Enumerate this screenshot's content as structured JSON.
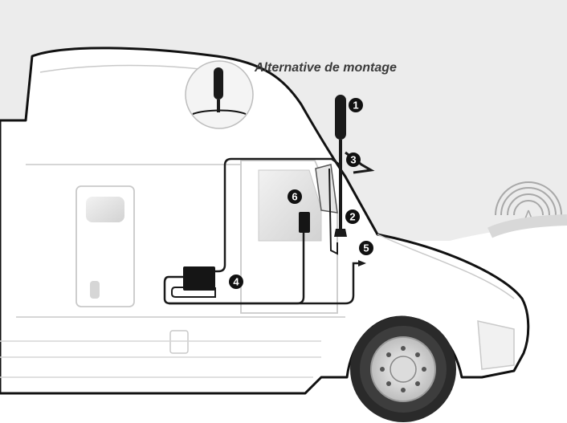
{
  "diagram": {
    "mount_label": "Alternative de montage",
    "callouts": [
      {
        "id": 1,
        "text": "1"
      },
      {
        "id": 2,
        "text": "2"
      },
      {
        "id": 3,
        "text": "3"
      },
      {
        "id": 4,
        "text": "4"
      },
      {
        "id": 5,
        "text": "5"
      },
      {
        "id": 6,
        "text": "6"
      }
    ]
  },
  "colors": {
    "sky": "#ececec",
    "truck_body": "#ffffff",
    "outline": "#111111",
    "panel_line": "#c9c9c9",
    "cable": "#1a1a1a",
    "device": "#111111",
    "callout_fill": "#111111",
    "tire": "#2a2a2a",
    "rim": "#d8d8d8"
  },
  "icons": [
    "antenna-icon",
    "cell-tower-signal-icon",
    "booster-unit-icon",
    "power-adapter-icon",
    "wheel-icon"
  ]
}
